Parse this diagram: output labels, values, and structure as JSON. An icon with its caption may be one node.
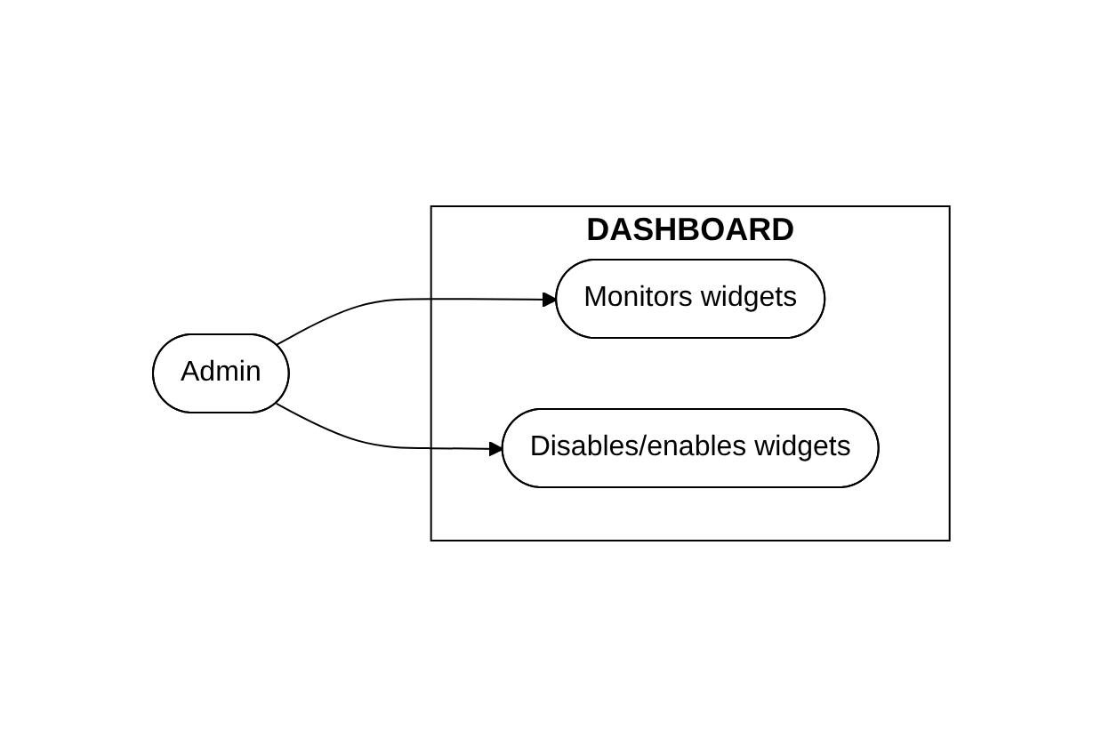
{
  "diagram": {
    "nodes": [
      {
        "text": [
          "Admin"
        ]
      },
      {
        "text": [
          "DASHBOARD"
        ]
      },
      {
        "text": [
          "Monitors widgets"
        ],
        "in": 1
      },
      {
        "text": [
          "Disables/enables widgets"
        ],
        "in": 1
      }
    ],
    "edges": [
      {
        "from": 0,
        "to": 2,
        "arrow": "to"
      },
      {
        "from": 0,
        "to": 3,
        "arrow": "to"
      }
    ]
  }
}
